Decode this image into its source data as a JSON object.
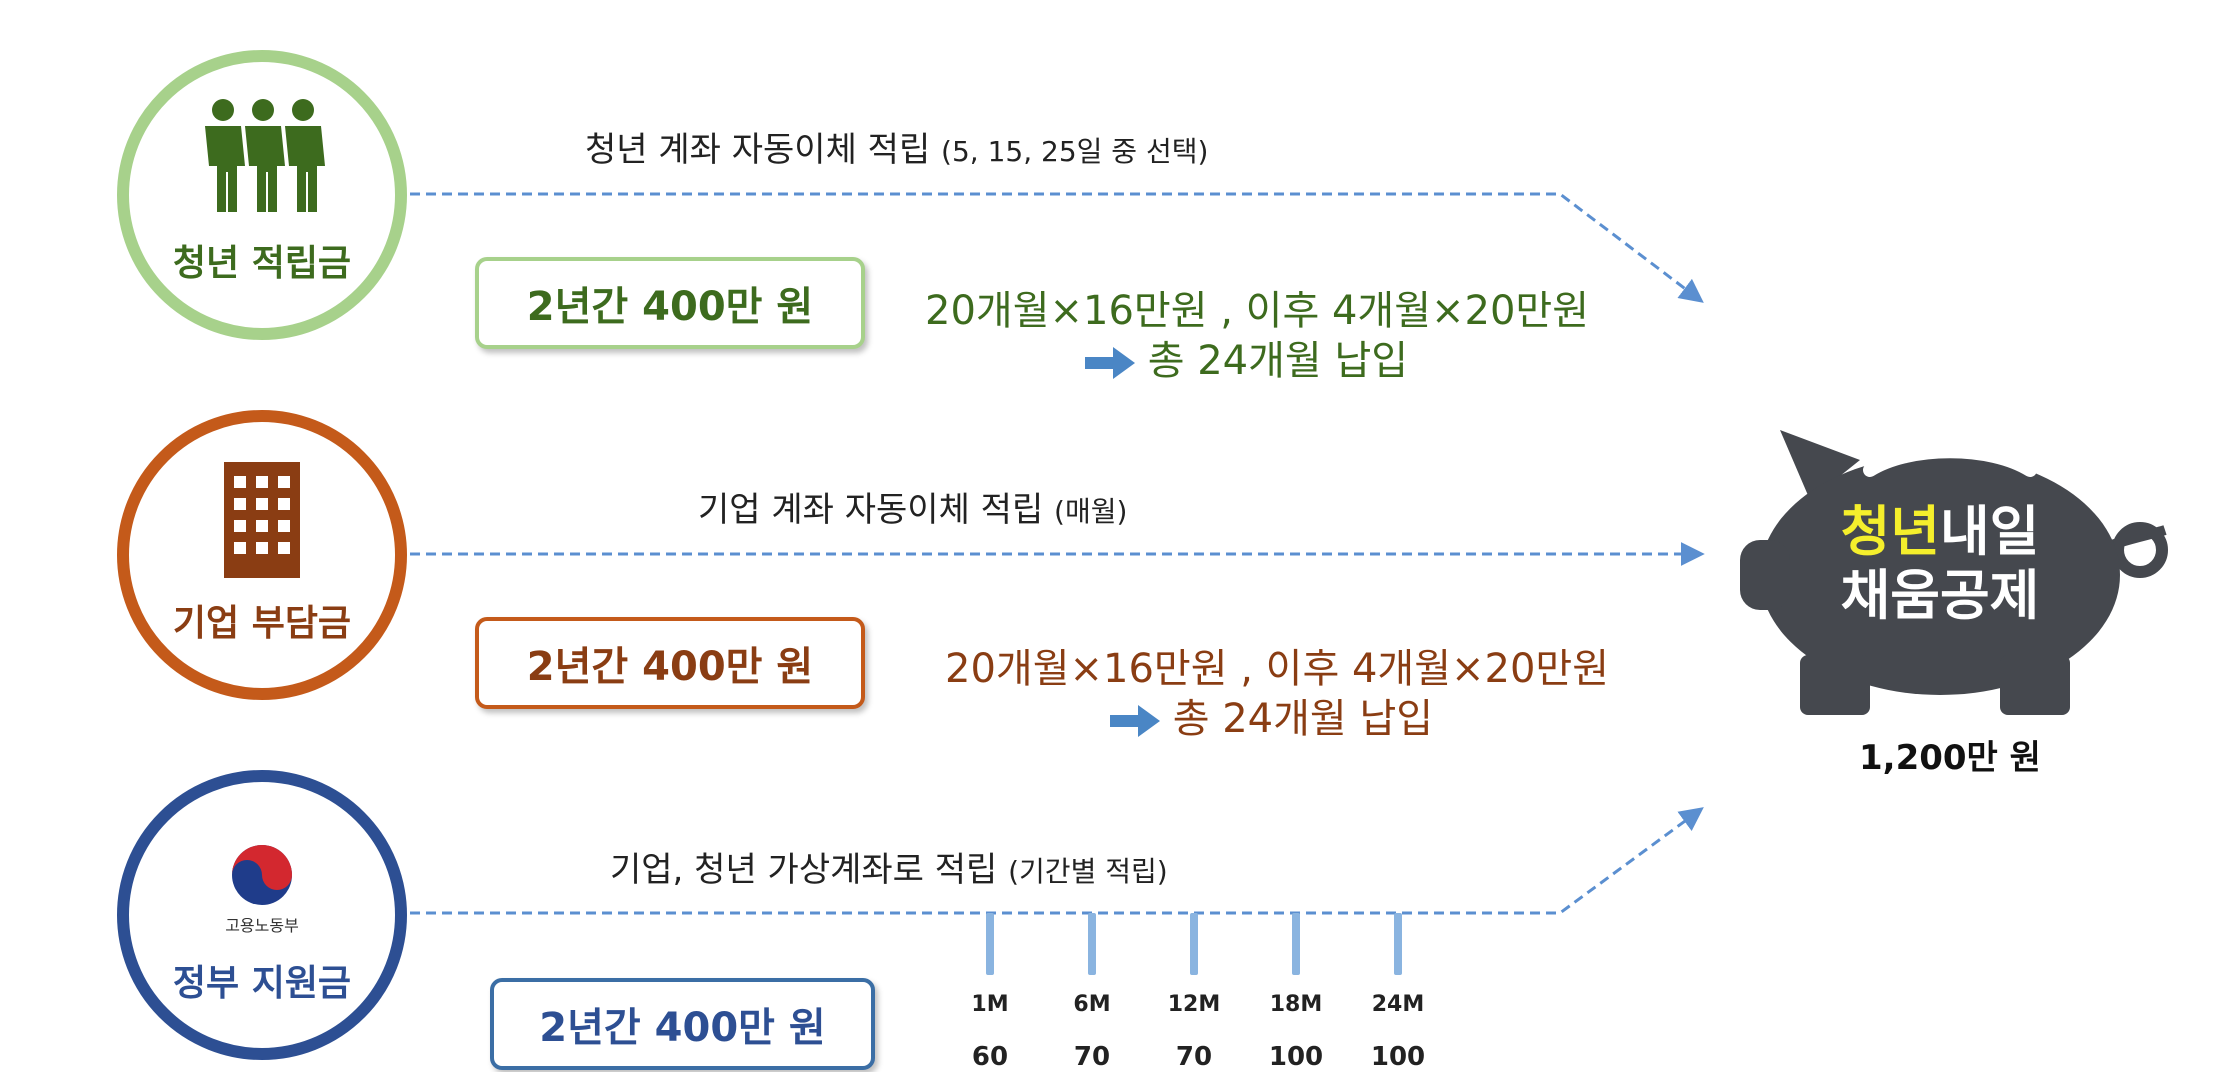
{
  "colors": {
    "youth": "#3d6b1e",
    "youth_ring": "#a7d18b",
    "company": "#c45a1a",
    "company_text": "#8a3d13",
    "gov": "#2d4f93",
    "gov_box": "#3b6ea5",
    "arrow": "#5b8fd0",
    "pig": "#45484e",
    "pig_highlight": "#f5ef2c"
  },
  "sources": [
    {
      "id": "youth",
      "icon": "people-icon",
      "label": "청년 적립금",
      "flow_text": "청년 계좌 자동이체 적립",
      "flow_note": "(5, 15, 25일 중 선택)",
      "amount": "2년간 400만 원",
      "detail_line1": "20개월×16만원 , 이후 4개월×20만원",
      "detail_line2": "총 24개월 납입"
    },
    {
      "id": "company",
      "icon": "building-icon",
      "label": "기업 부담금",
      "flow_text": "기업 계좌 자동이체 적립",
      "flow_note": "(매월)",
      "amount": "2년간 400만 원",
      "detail_line1": "20개월×16만원 , 이후 4개월×20만원",
      "detail_line2": "총 24개월 납입"
    },
    {
      "id": "gov",
      "icon": "ministry-logo-icon",
      "logo_caption": "고용노동부",
      "label": "정부 지원금",
      "flow_text": "기업, 청년 가상계좌로 적립",
      "flow_note": "(기간별 적립)",
      "amount": "2년간 400만 원",
      "ticks": [
        {
          "label": "1M",
          "value": "60"
        },
        {
          "label": "6M",
          "value": "70"
        },
        {
          "label": "12M",
          "value": "70"
        },
        {
          "label": "18M",
          "value": "100"
        },
        {
          "label": "24M",
          "value": "100"
        }
      ]
    }
  ],
  "piggy": {
    "title_highlight": "청년",
    "title_rest": "내일",
    "title_line2": "채움공제",
    "total": "1,200만 원"
  }
}
